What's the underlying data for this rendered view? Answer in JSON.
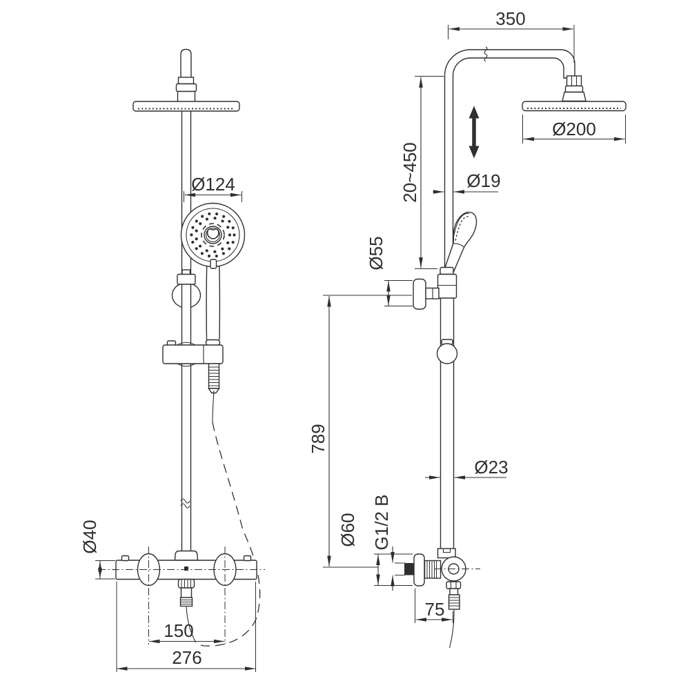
{
  "drawing": {
    "type": "technical-dimension-drawing",
    "subject": "Thermostatic shower column with rain head and hand shower — front view and side view",
    "background_color": "#ffffff",
    "line_color": "#2f2f2f",
    "views": {
      "front": {
        "hand_shower_diameter": "Ø124",
        "valve_body_diameter": "Ø40",
        "inlet_spacing": "150",
        "valve_width": "276"
      },
      "side": {
        "arm_length": "350",
        "head_diameter": "Ø200",
        "height_adjust_range": "20~450",
        "upper_pipe_diameter": "Ø19",
        "bracket_diameter": "Ø55",
        "column_height": "789",
        "lower_pipe_diameter": "Ø23",
        "flange_diameter": "Ø60",
        "inlet_thread": "G1/2 B",
        "wall_offset": "75"
      }
    }
  }
}
